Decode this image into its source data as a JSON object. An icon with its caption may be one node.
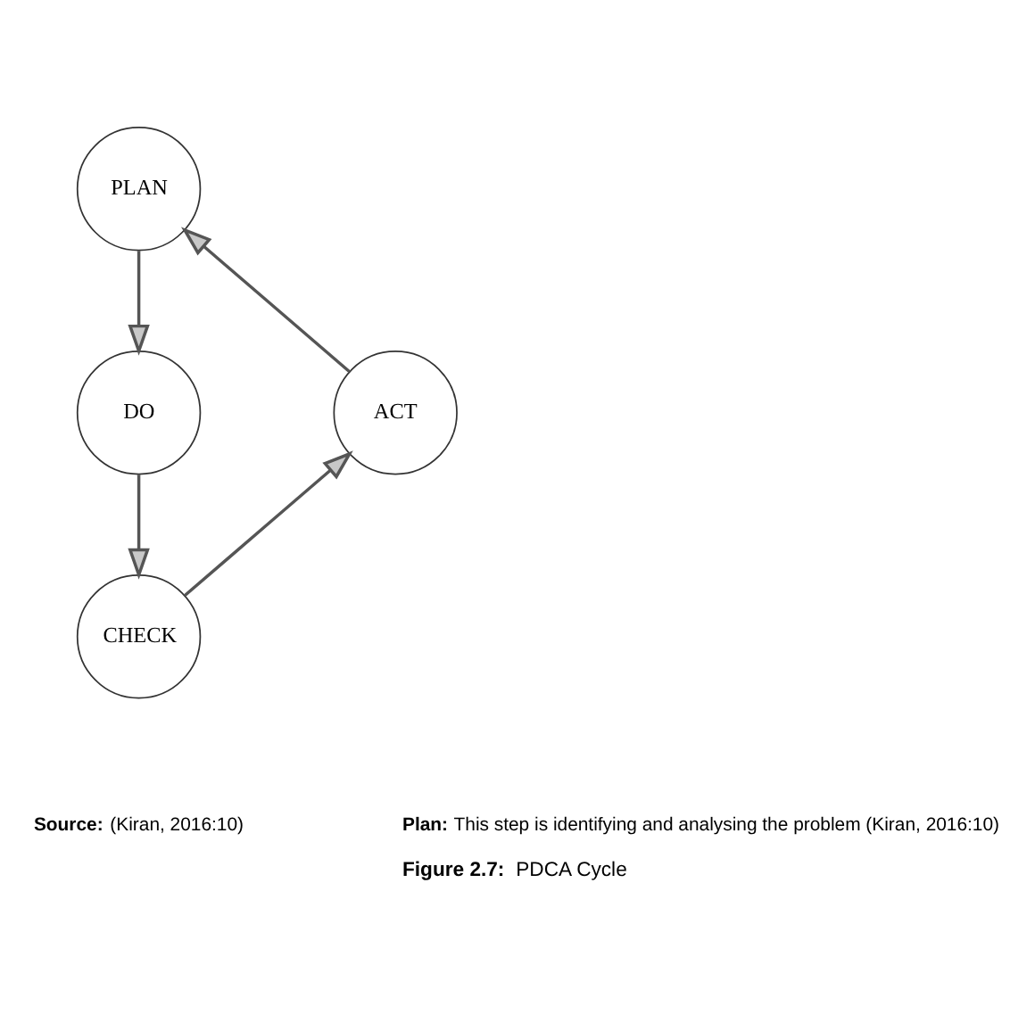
{
  "diagram": {
    "caption": "**Figure 2.7:** PDCA Cycle",
    "nodes": [
      {
        "text": [
          "PLAN"
        ]
      },
      {
        "text": [
          "ACT"
        ]
      },
      {
        "text": [
          "DO"
        ]
      },
      {
        "text": [
          "CHECK"
        ]
      }
    ],
    "edges": [
      {
        "from": 0,
        "to": 2,
        "arrow": "to"
      },
      {
        "from": 2,
        "to": 3,
        "arrow": "to"
      },
      {
        "from": 3,
        "to": 1,
        "arrow": "to"
      },
      {
        "from": 1,
        "to": 0,
        "arrow": "to"
      }
    ],
    "labels": [
      "**Source:** (Kiran, 2016:10)",
      "**Plan:** This step is identifying and analysing the problem (Kiran, 2016:10)"
    ]
  }
}
